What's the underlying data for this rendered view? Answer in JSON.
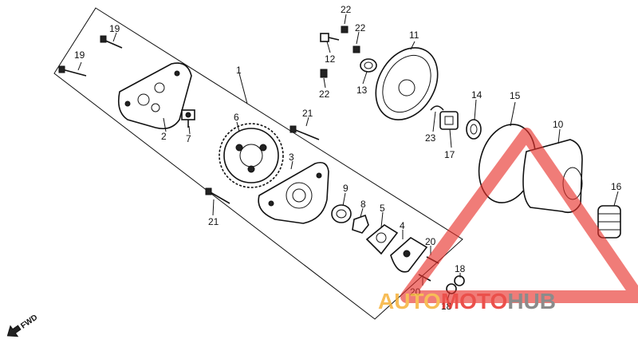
{
  "parts": {
    "p1": "1",
    "p2": "2",
    "p3": "3",
    "p4": "4",
    "p5": "5",
    "p6": "6",
    "p7": "7",
    "p8": "8",
    "p9": "9",
    "p10": "10",
    "p11": "11",
    "p12": "12",
    "p13": "13",
    "p14": "14",
    "p15": "15",
    "p16": "16",
    "p17": "17",
    "p18": "18",
    "p19": "19",
    "p20": "20",
    "p21": "21",
    "p22": "22",
    "p23": "23"
  },
  "direction_label": "FWD",
  "watermark": {
    "part1": "AUTO",
    "part2": "MOTO",
    "part3": "HUB",
    "color_primary": "#e8322c",
    "color_secondary": "#f6b23a",
    "color_dark": "#777777"
  }
}
